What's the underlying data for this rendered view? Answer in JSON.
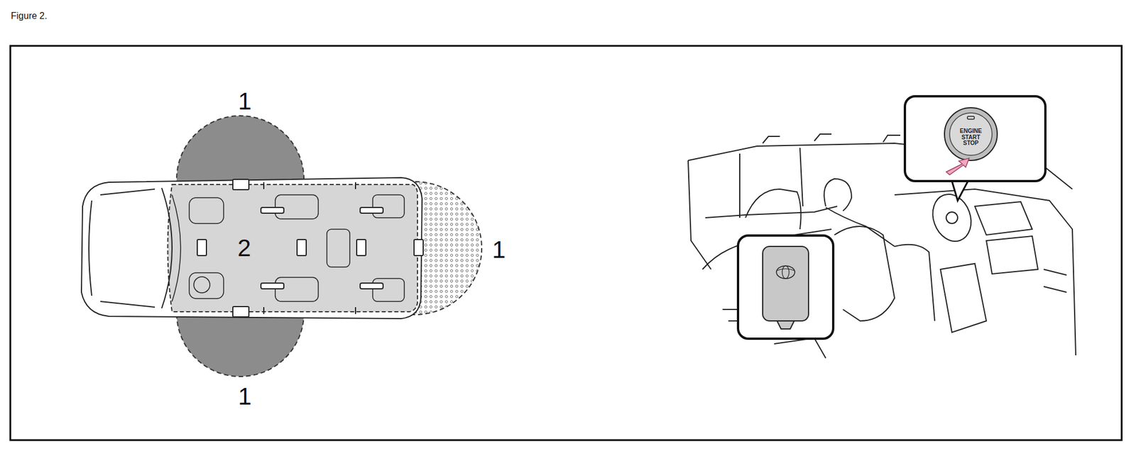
{
  "diagram": {
    "title": "Figure 2.",
    "labels": [
      "1",
      "1",
      "1",
      "2",
      "ENGINE START STOP"
    ]
  }
}
